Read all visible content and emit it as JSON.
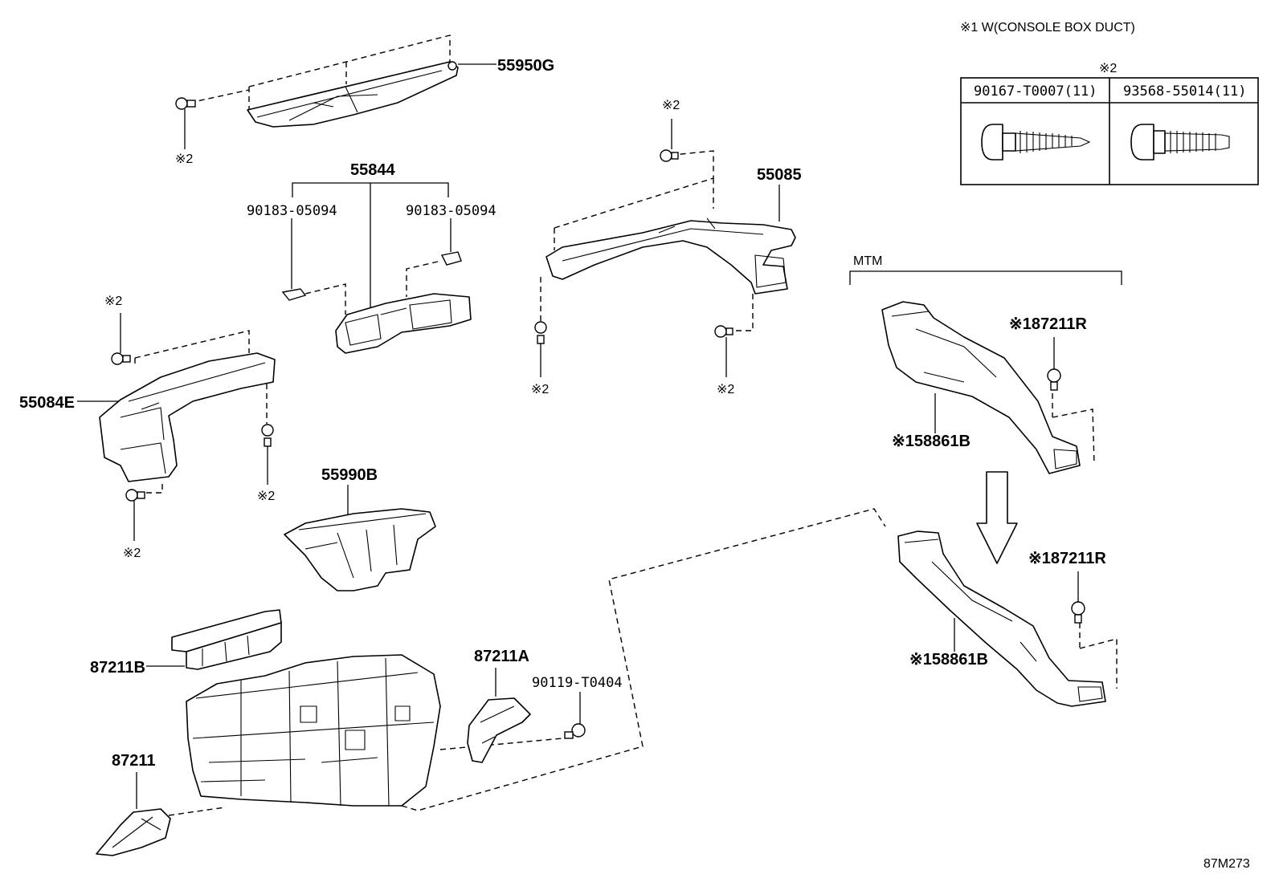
{
  "note": {
    "mark1_text": "※1 W(CONSOLE BOX DUCT)",
    "mark2_header": "※2"
  },
  "fastener_table": {
    "col1": "90167-T0007(11)",
    "col2": "93568-55014(11)"
  },
  "labels": {
    "p55950G": "55950G",
    "p55844": "55844",
    "p90183_left": "90183-05094",
    "p90183_right": "90183-05094",
    "p55085": "55085",
    "p55084E": "55084E",
    "p55990B": "55990B",
    "p87211B": "87211B",
    "p87211A": "87211A",
    "p90119": "90119-T0404",
    "p87211": "87211",
    "mtm": "MTM",
    "p87211R_top": "※187211R",
    "p58861B_top": "※158861B",
    "p87211R_bottom": "※187211R",
    "p58861B_bottom": "※158861B",
    "m2_a": "※2",
    "m2_b": "※2",
    "m2_c": "※2",
    "m2_d": "※2",
    "m2_e": "※2",
    "m2_f": "※2",
    "m2_g": "※2",
    "m2_h": "※2"
  },
  "diagram_code": "87M273"
}
